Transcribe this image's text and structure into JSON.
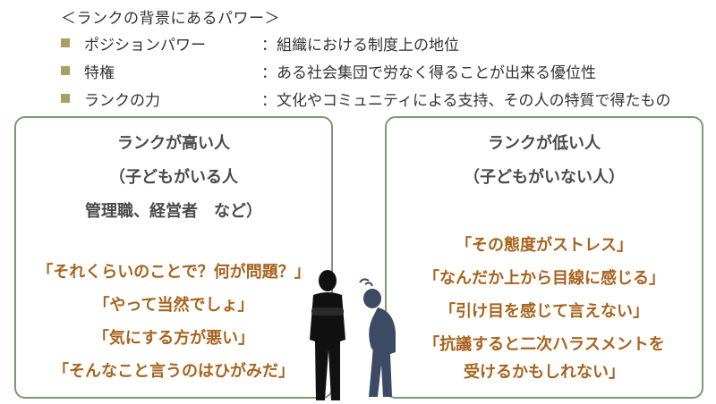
{
  "heading": "＜ランクの背景にあるパワー＞",
  "bullets": [
    {
      "term": "ポジションパワー",
      "definition": "：組織における制度上の地位"
    },
    {
      "term": "特権",
      "definition": "：ある社会集団で労なく得ることが出来る優位性"
    },
    {
      "term": "ランクの力",
      "definition": "：文化やコミュニティによる支持、その人の特質で得たもの"
    }
  ],
  "high_rank": {
    "title": "ランクが高い人",
    "subtitle": "（子どもがいる人",
    "examples": "管理職、経営者　など）",
    "quotes": [
      "「それくらいのことで？何が問題？」",
      "「やって当然でしょ」",
      "「気にする方が悪い」",
      "「そんなこと言うのはひがみだ」"
    ]
  },
  "low_rank": {
    "title": "ランクが低い人",
    "subtitle": "（子どもがいない人）",
    "quotes": [
      "「その態度がストレス」",
      "「なんだか上から目線に感じる」",
      "「引け目を感じて言えない」",
      "「抗議すると二次ハラスメントを",
      "受けるかもしれない」"
    ]
  },
  "colors": {
    "panel_border": "#7a9a72",
    "quote_text": "#a8641e",
    "bullet_marker": "#a89f63",
    "standing_figure": "#111111",
    "slouching_figure": "#3d4a63"
  },
  "icons": {
    "standing_figure": "person-standing-silhouette-icon",
    "slouching_figure": "person-slouching-worried-icon"
  }
}
